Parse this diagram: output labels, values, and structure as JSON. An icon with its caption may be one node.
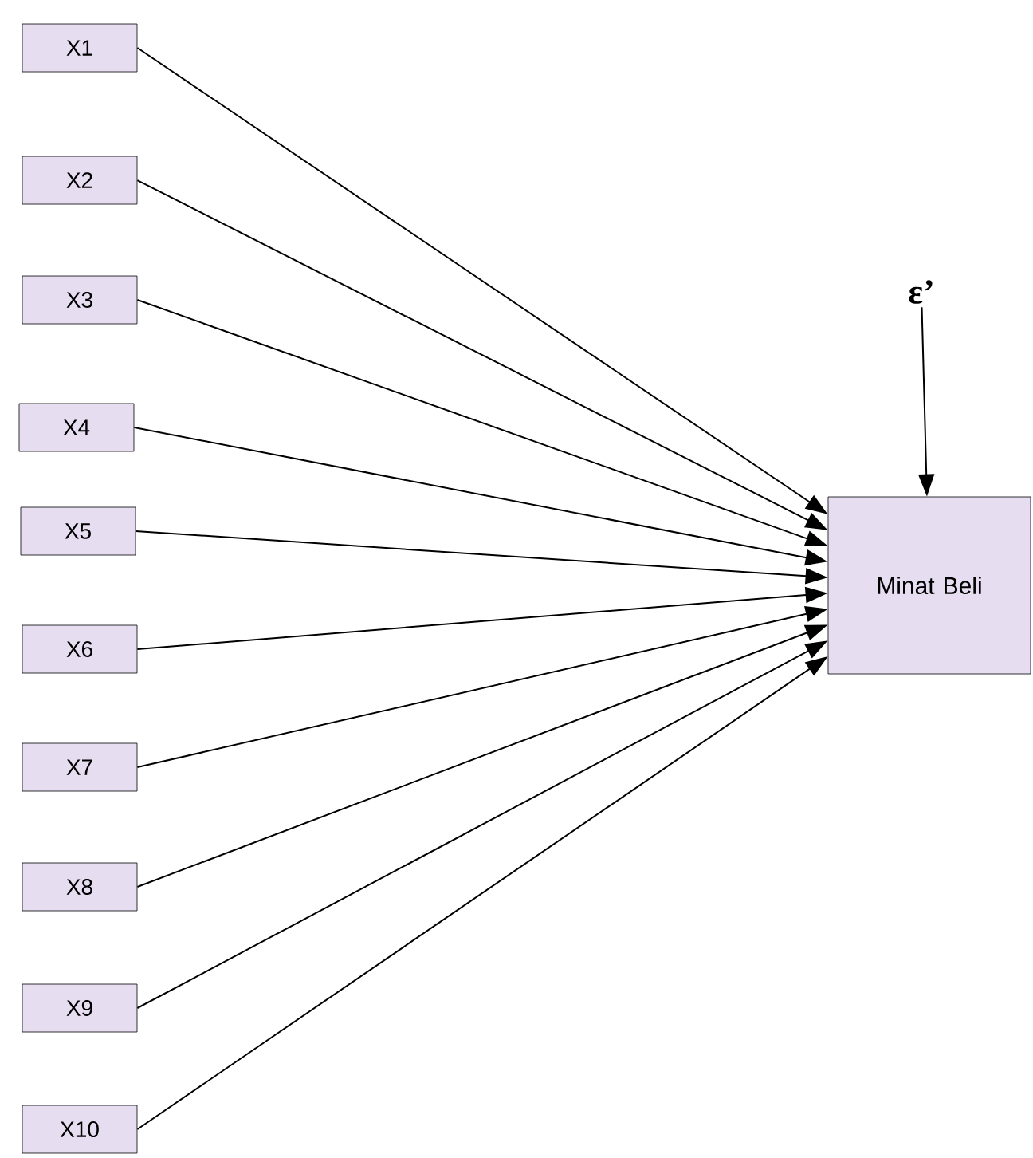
{
  "diagram": {
    "nodes": [
      {
        "text": [
          "X1"
        ]
      },
      {
        "text": [
          "X2"
        ]
      },
      {
        "text": [
          "X3"
        ]
      },
      {
        "text": [
          "X4"
        ]
      },
      {
        "text": [
          "X5"
        ]
      },
      {
        "text": [
          "X6"
        ]
      },
      {
        "text": [
          "X7"
        ]
      },
      {
        "text": [
          "X8"
        ]
      },
      {
        "text": [
          "X9"
        ]
      },
      {
        "text": [
          "X10"
        ]
      },
      {
        "text": [
          "Minat Beli"
        ]
      },
      {
        "text": [
          "ε’"
        ]
      }
    ],
    "edges": [
      {
        "from": 0,
        "to": 10,
        "arrow": "to"
      },
      {
        "from": 1,
        "to": 10,
        "arrow": "to"
      },
      {
        "from": 2,
        "to": 10,
        "arrow": "to"
      },
      {
        "from": 3,
        "to": 10,
        "arrow": "to"
      },
      {
        "from": 4,
        "to": 10,
        "arrow": "to"
      },
      {
        "from": 5,
        "to": 10,
        "arrow": "to"
      },
      {
        "from": 6,
        "to": 10,
        "arrow": "to"
      },
      {
        "from": 7,
        "to": 10,
        "arrow": "to"
      },
      {
        "from": 8,
        "to": 10,
        "arrow": "to"
      },
      {
        "from": 9,
        "to": 10,
        "arrow": "to"
      },
      {
        "from": 11,
        "to": 10,
        "arrow": "to"
      }
    ]
  }
}
